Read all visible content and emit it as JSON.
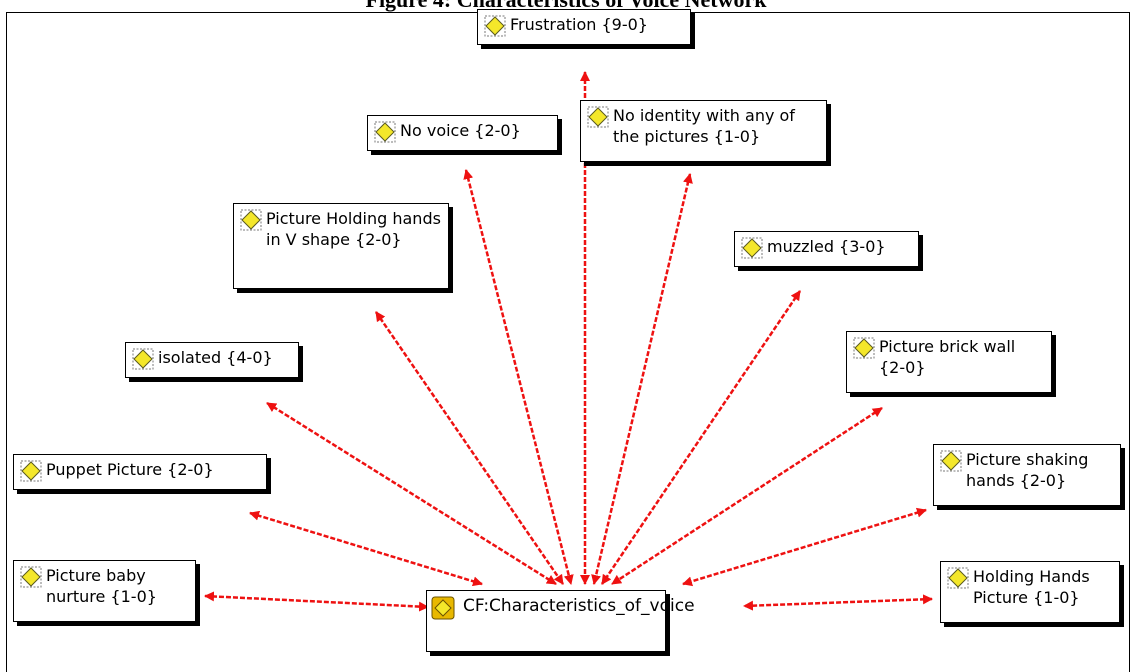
{
  "header": {
    "caption": "Figure 4: Characteristics of Voice Network"
  },
  "nodes": {
    "frustration": "Frustration {9-0}",
    "no_voice": "No voice {2-0}",
    "no_identity": "No identity with any of the pictures {1-0}",
    "holding_v": "Picture Holding hands in V shape {2-0}",
    "muzzled": "muzzled {3-0}",
    "isolated": "isolated {4-0}",
    "brick_wall": "Picture brick wall {2-0}",
    "puppet": "Puppet Picture {2-0}",
    "shaking_hands": "Picture shaking hands {2-0}",
    "baby_nurture": "Picture baby nurture {1-0}",
    "holding_hands": "Holding Hands Picture {1-0}",
    "core": "CF:Characteristics_of_voice"
  },
  "colors": {
    "link": "#ee1111",
    "icon_fill": "#f4e72a",
    "icon_frame": "#7a7a7a",
    "core_icon_bg": "#e8b800"
  },
  "icons": {
    "quotation": "quotation-diamond-icon",
    "code_family": "code-family-icon"
  }
}
